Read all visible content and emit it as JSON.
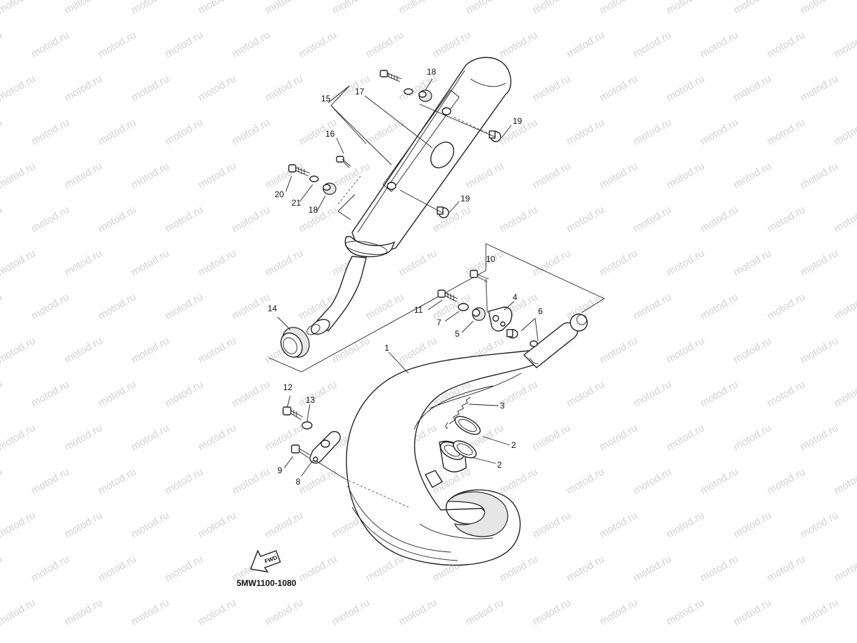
{
  "watermark": "motod.ru",
  "diagram_code": "5MW1100-1080",
  "fwd_label": "FWD",
  "callouts": {
    "c1": "1",
    "c2a": "2",
    "c2b": "2",
    "c3": "3",
    "c4": "4",
    "c5": "5",
    "c6": "6",
    "c7": "7",
    "c8": "8",
    "c9": "9",
    "c10": "10",
    "c11": "11",
    "c12": "12",
    "c13": "13",
    "c14": "14",
    "c15": "15",
    "c16": "16",
    "c17": "17",
    "c18a": "18",
    "c18b": "18",
    "c19a": "19",
    "c19b": "19",
    "c20": "20",
    "c21": "21"
  }
}
